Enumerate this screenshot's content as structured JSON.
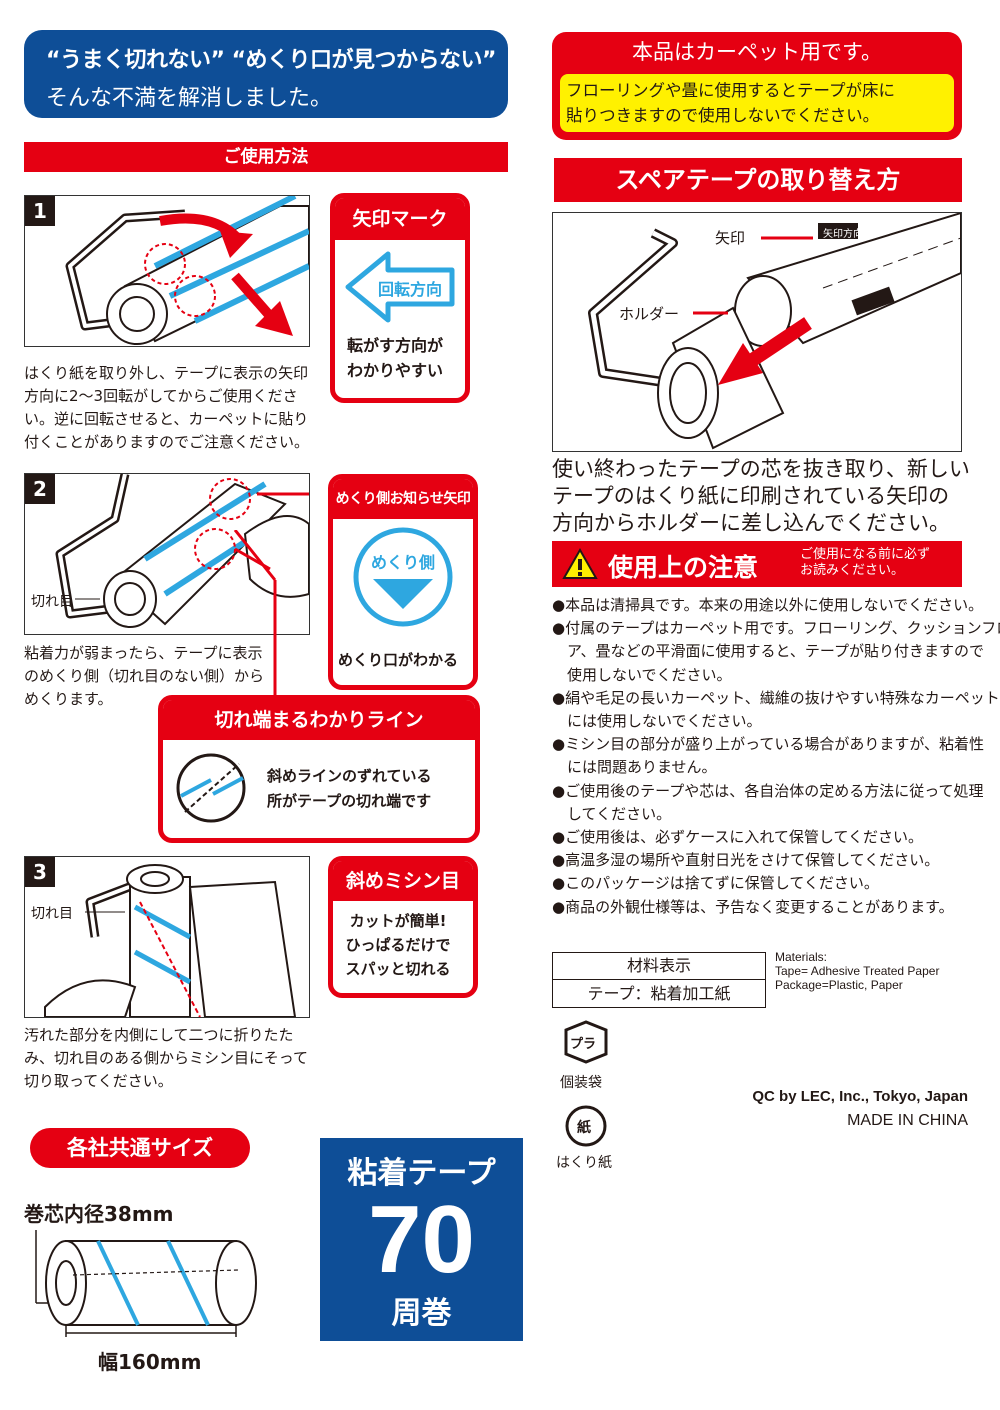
{
  "banner": {
    "line1": "“うまく切れない” “めくり口が見つからない”",
    "line2": "そんな不満を解消しました。"
  },
  "usage": {
    "title": "ご使用方法",
    "step1": {
      "num": "1",
      "callout_title": "矢印マーク",
      "arrow_label": "回転方向",
      "callout_text": [
        "転がす方向が",
        "わかりやすい"
      ],
      "desc": [
        "はくり紙を取り外し、テープに表示の矢印",
        "方向に2〜3回転がしてからご使用くださ",
        "い。逆に回転させると、カーペットに貼り",
        "付くことがありますのでご注意ください。"
      ]
    },
    "step2": {
      "num": "2",
      "cut_label": "切れ目",
      "callout_title": "めくり側お知らせ矢印",
      "circle_label": "めくり側",
      "callout_text": "めくり口がわかる",
      "desc": [
        "粘着力が弱まったら、テープに表示",
        "のめくり側（切れ目のない側）から",
        "めくります。"
      ],
      "line_callout_title": "切れ端まるわかりライン",
      "line_callout_text": [
        "斜めラインのずれている",
        "所がテープの切れ端です"
      ]
    },
    "step3": {
      "num": "3",
      "cut_label": "切れ目",
      "callout_title": "斜めミシン目",
      "callout_text": [
        "カットが簡単!",
        "ひっぱるだけで",
        "スパッと切れる"
      ],
      "desc": [
        "汚れた部分を内側にして二つに折りたた",
        "み、切れ目のある側からミシン目にそって",
        "切り取ってください。"
      ]
    }
  },
  "common_size": {
    "badge": "各社共通サイズ",
    "inner_diameter": "巻芯内径38mm",
    "width": "幅160mm"
  },
  "tape_badge": {
    "line1": "粘着テープ",
    "number": "70",
    "line3": "周巻"
  },
  "carpet_notice": {
    "title": "本品はカーペット用です。",
    "body": [
      "フローリングや畳に使用するとテープが床に",
      "貼りつきますので使用しないでください。"
    ]
  },
  "spare": {
    "title": "スペアテープの取り替え方",
    "arrow_label": "矢印",
    "holder_label": "ホルダー",
    "desc": [
      "使い終わったテープの芯を抜き取り、新しい",
      "テープのはくり紙に印刷されている矢印の",
      "方向からホルダーに差し込んでください。"
    ]
  },
  "caution": {
    "title": "使用上の注意",
    "subtitle": [
      "ご使用になる前に必ず",
      "お読みください。"
    ],
    "items": [
      [
        "●本品は清掃具です。本来の用途以外に使用しないでください。"
      ],
      [
        "●付属のテープはカーペット用です。フローリング、クッションフロ",
        "　ア、畳などの平滑面に使用すると、テープが貼り付きますので",
        "　使用しないでください。"
      ],
      [
        "●絹や毛足の長いカーペット、繊維の抜けやすい特殊なカーペット",
        "　には使用しないでください。"
      ],
      [
        "●ミシン目の部分が盛り上がっている場合がありますが、粘着性",
        "　には問題ありません。"
      ],
      [
        "●ご使用後のテープや芯は、各自治体の定める方法に従って処理",
        "　してください。"
      ],
      [
        "●ご使用後は、必ずケースに入れて保管してください。"
      ],
      [
        "●高温多湿の場所や直射日光をさけて保管してください。"
      ],
      [
        "●このパッケージは捨てずに保管してください。"
      ],
      [
        "●商品の外観仕様等は、予告なく変更することがあります。"
      ]
    ]
  },
  "materials": {
    "header": "材料表示",
    "row": "テープ：粘着加工紙",
    "en": [
      "Materials:",
      "Tape= Adhesive Treated Paper",
      "Package=Plastic, Paper"
    ]
  },
  "recycle": {
    "plastic_mark": "プラ",
    "plastic_label": "個装袋",
    "paper_mark": "紙",
    "paper_label": "はくり紙"
  },
  "footer": {
    "qc": "QC by LEC, Inc., Tokyo, Japan",
    "made_in": "MADE IN CHINA"
  },
  "tape_print": {
    "arrow_text": "矢印方向"
  },
  "colors": {
    "red": "#e50012",
    "blue": "#0e4e97",
    "cyan": "#2ea7e0",
    "yellow": "#fff100"
  }
}
